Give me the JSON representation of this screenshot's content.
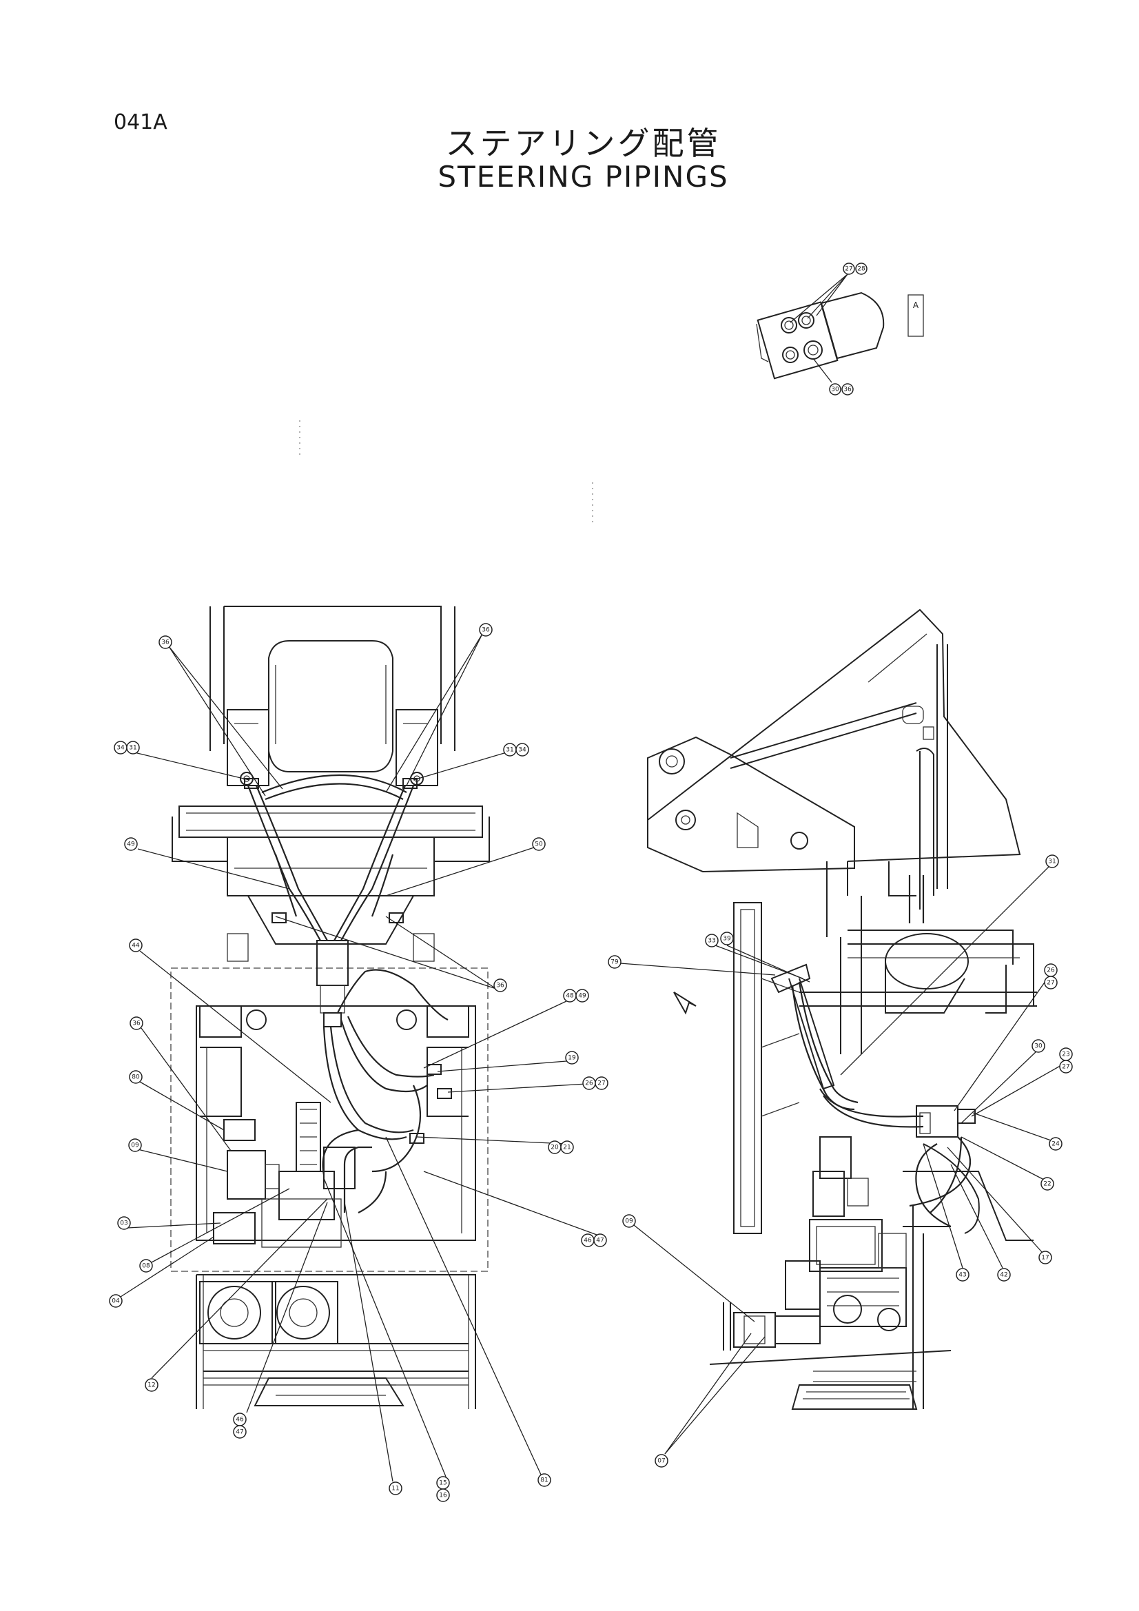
{
  "header": {
    "page_code": "041A",
    "title_jp": "ステアリング配管",
    "title_en": "STEERING PIPINGS"
  },
  "view_a": {
    "label": "A",
    "balloons_top": [
      "27",
      "28"
    ],
    "balloons_bottom": [
      "30",
      "36"
    ]
  },
  "left_view_callouts": [
    {
      "id": "L1",
      "nums": [
        "36"
      ]
    },
    {
      "id": "L2",
      "nums": [
        "36"
      ]
    },
    {
      "id": "L3",
      "nums": [
        "34",
        "31"
      ]
    },
    {
      "id": "L4",
      "nums": [
        "31",
        "34"
      ]
    },
    {
      "id": "L5",
      "nums": [
        "49"
      ]
    },
    {
      "id": "L6",
      "nums": [
        "50"
      ]
    },
    {
      "id": "L7",
      "nums": [
        "36"
      ]
    },
    {
      "id": "L8",
      "nums": [
        "44"
      ]
    },
    {
      "id": "L9",
      "nums": [
        "48",
        "49"
      ]
    },
    {
      "id": "L10",
      "nums": [
        "36"
      ]
    },
    {
      "id": "L11",
      "nums": [
        "19"
      ]
    },
    {
      "id": "L12",
      "nums": [
        "80"
      ]
    },
    {
      "id": "L13",
      "nums": [
        "26",
        "27"
      ]
    },
    {
      "id": "L14",
      "nums": [
        "09"
      ]
    },
    {
      "id": "L15",
      "nums": [
        "20",
        "21"
      ]
    },
    {
      "id": "L16",
      "nums": [
        "03"
      ]
    },
    {
      "id": "L17",
      "nums": [
        "46",
        "47"
      ]
    },
    {
      "id": "L18",
      "nums": [
        "04"
      ]
    },
    {
      "id": "L19",
      "nums": [
        "08"
      ]
    },
    {
      "id": "L20",
      "nums": [
        "12"
      ]
    },
    {
      "id": "L21",
      "nums": [
        "46",
        "47"
      ]
    },
    {
      "id": "L22",
      "nums": [
        "11"
      ]
    },
    {
      "id": "L23",
      "nums": [
        "15",
        "16"
      ]
    },
    {
      "id": "L24",
      "nums": [
        "81"
      ]
    }
  ],
  "right_view_callouts": [
    {
      "id": "R1",
      "nums": [
        "31"
      ]
    },
    {
      "id": "R2",
      "nums": [
        "79"
      ]
    },
    {
      "id": "R3",
      "nums": [
        "33"
      ]
    },
    {
      "id": "R4",
      "nums": [
        "39"
      ]
    },
    {
      "id": "R5",
      "nums": [
        "26",
        "27"
      ]
    },
    {
      "id": "R6",
      "nums": [
        "30"
      ]
    },
    {
      "id": "R7",
      "nums": [
        "23",
        "27"
      ]
    },
    {
      "id": "R8",
      "nums": [
        "24"
      ]
    },
    {
      "id": "R9",
      "nums": [
        "22"
      ]
    },
    {
      "id": "R10",
      "nums": [
        "17"
      ]
    },
    {
      "id": "R11",
      "nums": [
        "42"
      ]
    },
    {
      "id": "R12",
      "nums": [
        "43"
      ]
    },
    {
      "id": "R13",
      "nums": [
        "09"
      ]
    },
    {
      "id": "R14",
      "nums": [
        "07"
      ]
    }
  ]
}
